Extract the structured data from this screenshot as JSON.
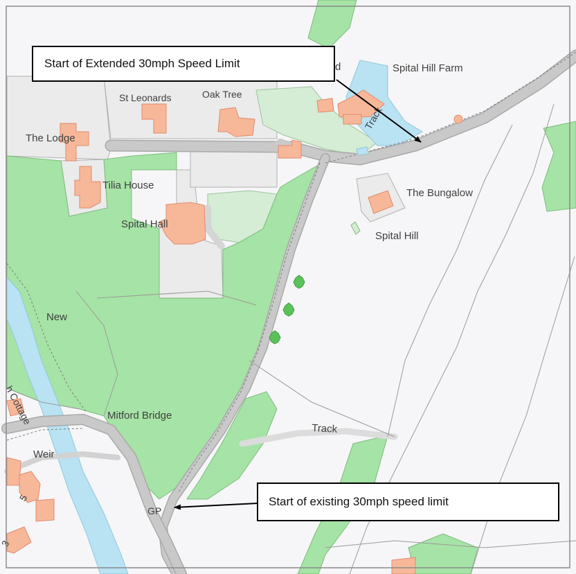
{
  "map": {
    "colors": {
      "background": "#f6f6f8",
      "woodland": "#a6e3a6",
      "amenity": "#d5ecd5",
      "water": "#b9e2f2",
      "building": "#f7b89a",
      "building_outline": "#e08a6a",
      "road": "#c4c4c4",
      "plot": "#ebebeb",
      "boundary": "#9a9a9a"
    },
    "place_labels": {
      "the_lodge": "The Lodge",
      "st_leonards": "St Leonards",
      "oak_tree": "Oak Tree",
      "spital_hill_farm": "Spital Hill Farm",
      "tilia_house": "Tilia House",
      "spital_hall": "Spital Hall",
      "the_bungalow": "The Bungalow",
      "spital_hill": "Spital Hill",
      "new": "New",
      "mitford_bridge": "Mitford Bridge",
      "track_south": "Track",
      "track_north": "Track",
      "weir": "Weir",
      "gp": "GP",
      "cottage": "h Cottage",
      "partial_d": "d",
      "partial_5": "5",
      "partial_3": "3"
    },
    "callouts": {
      "extended": "Start of Extended 30mph Speed Limit",
      "existing": "Start of existing 30mph speed limit"
    }
  }
}
